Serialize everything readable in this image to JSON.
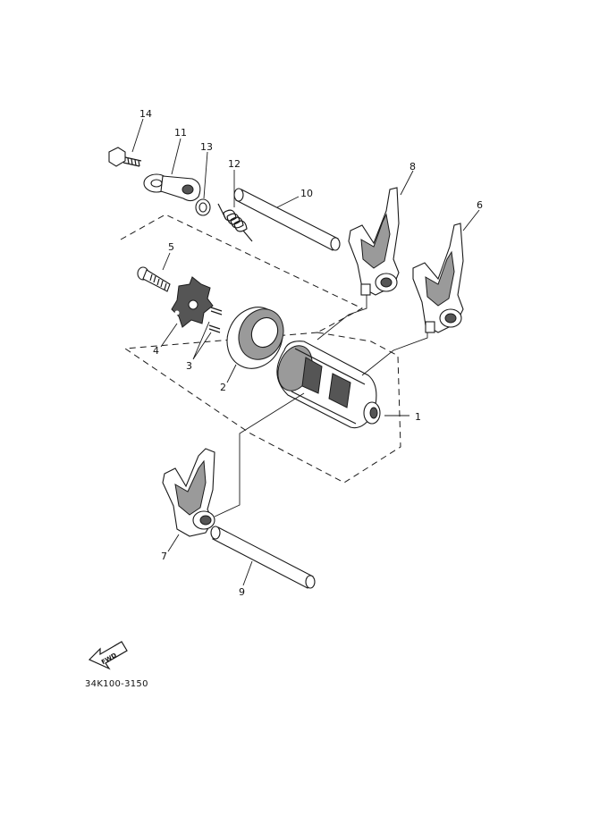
{
  "diagram": {
    "callouts": {
      "c1": "1",
      "c2": "2",
      "c3": "3",
      "c4": "4",
      "c5": "5",
      "c6": "6",
      "c7": "7",
      "c8": "8",
      "c9": "9",
      "c10": "10",
      "c11": "11",
      "c12": "12",
      "c13": "13",
      "c14": "14"
    },
    "front_arrow_label": "FWD",
    "part_code": "34K100-3150"
  }
}
